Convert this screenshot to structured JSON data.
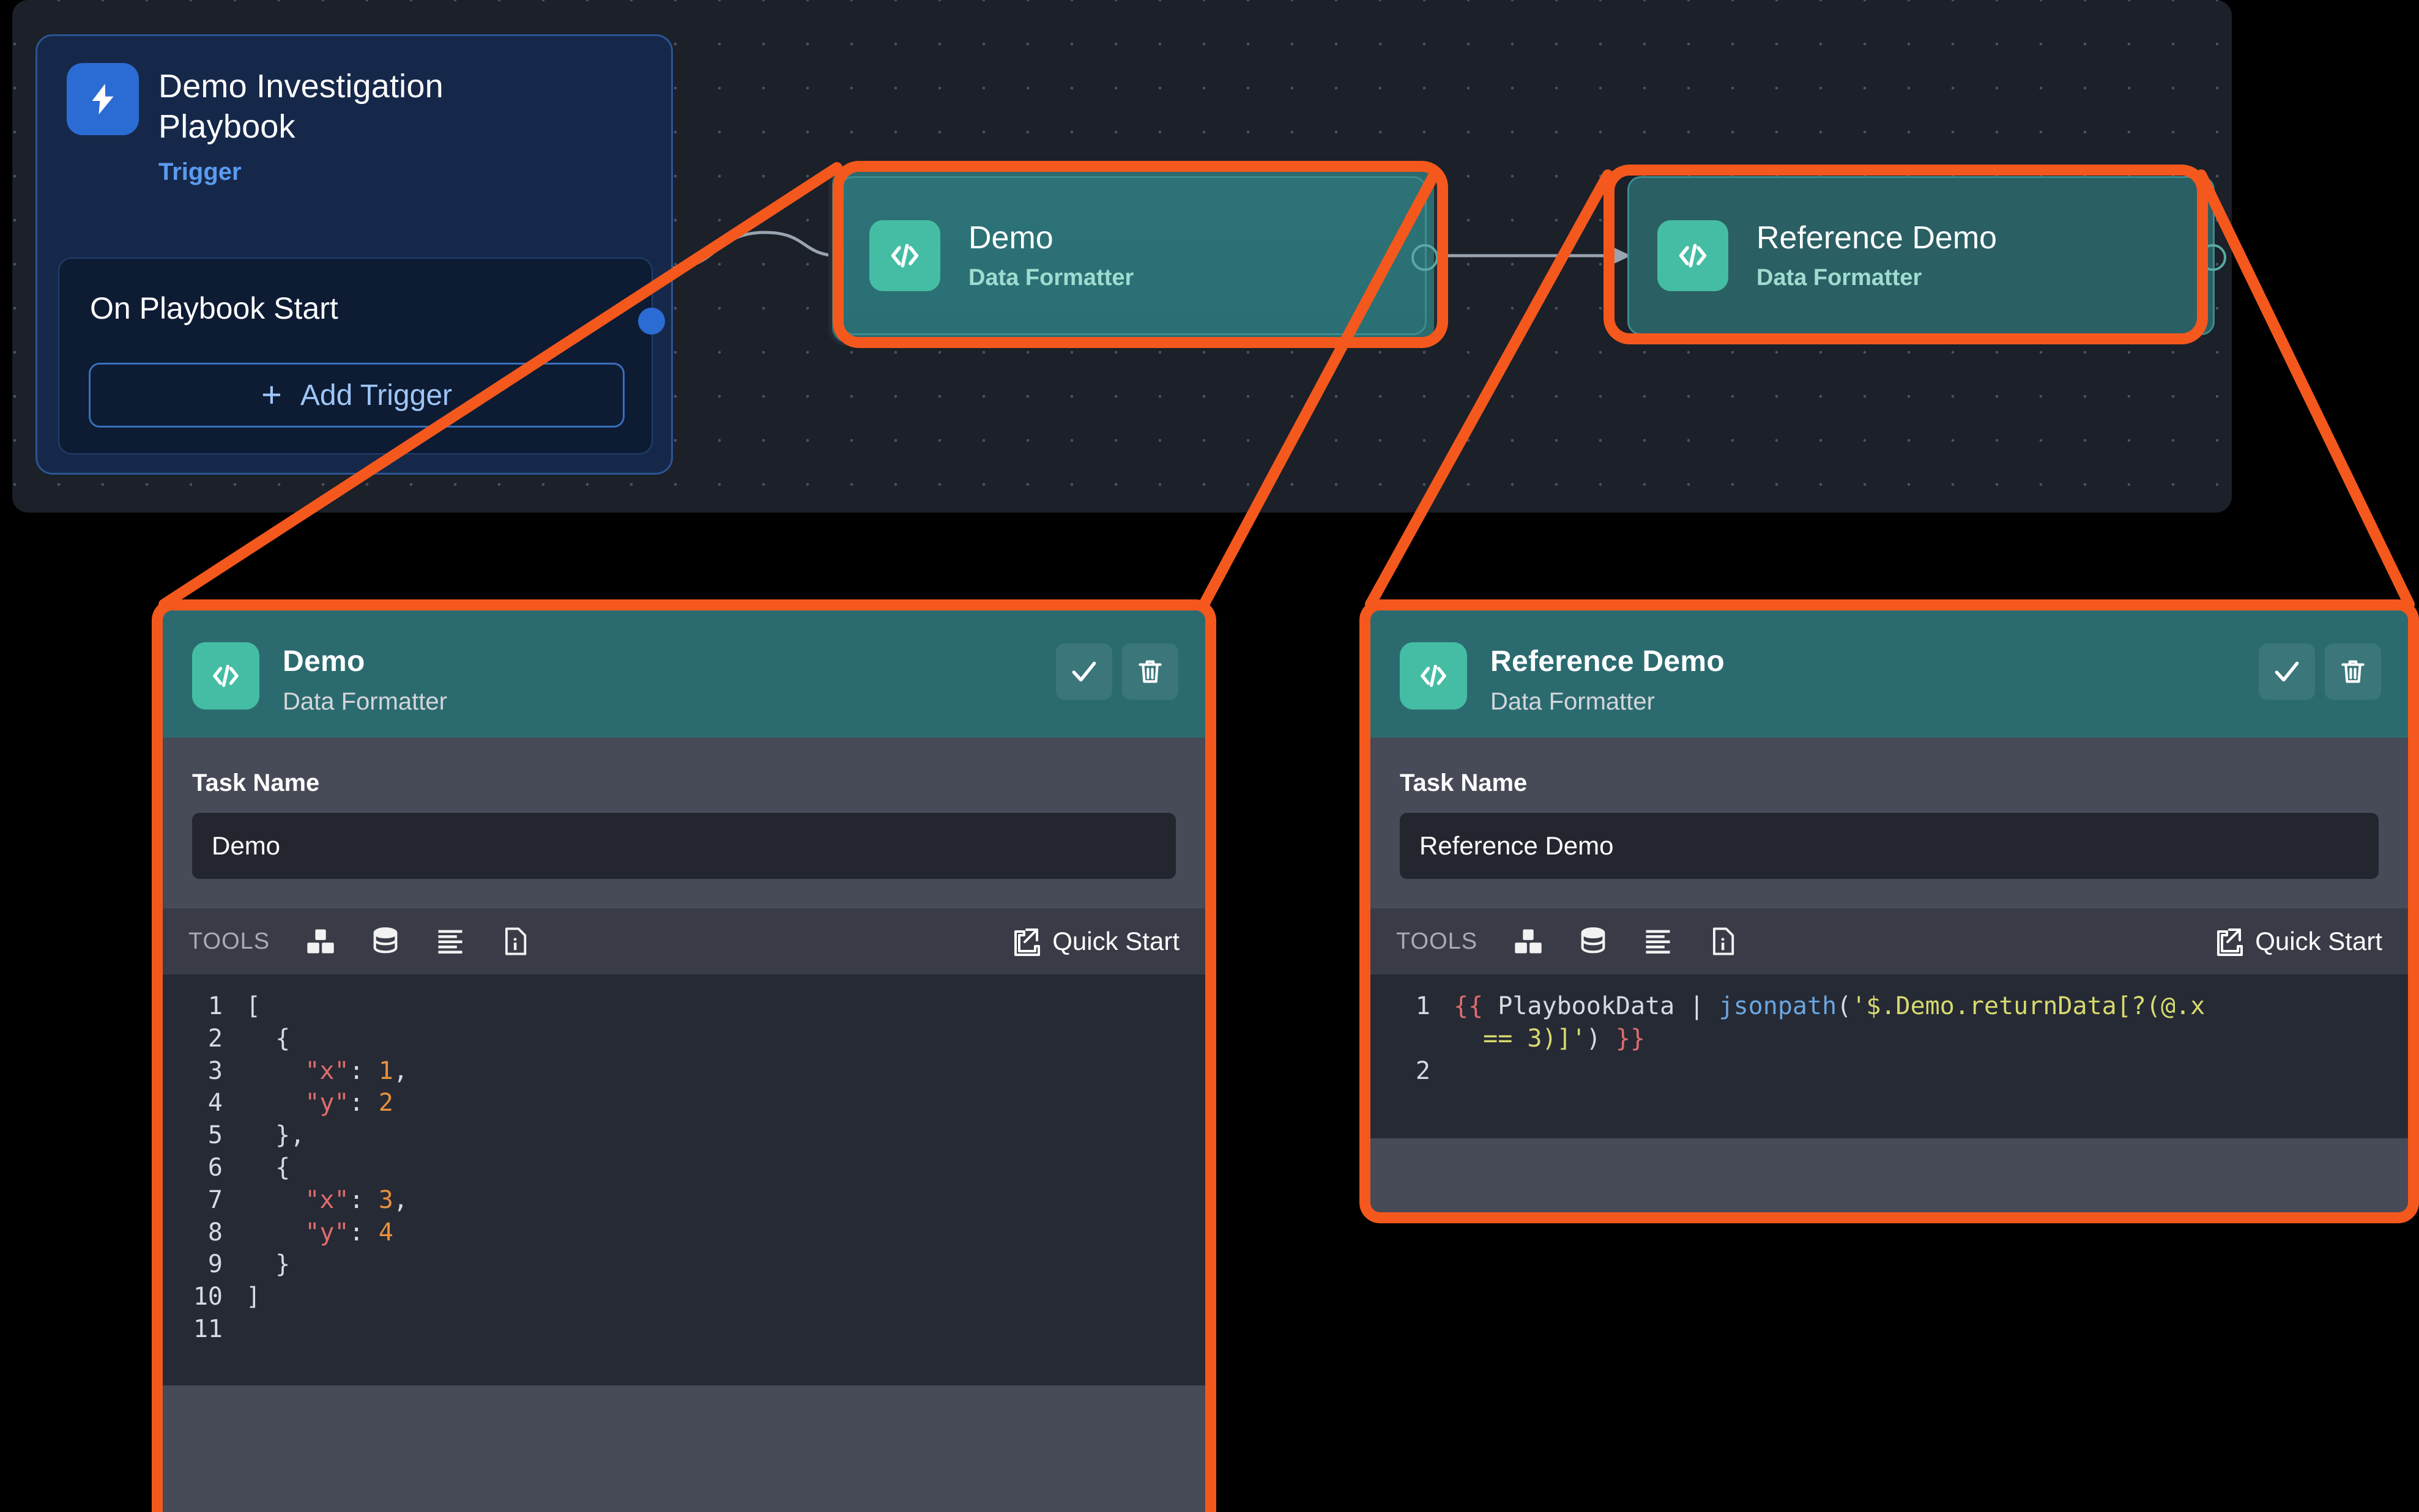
{
  "canvas": {
    "trigger": {
      "icon": "lightning-bolt-icon",
      "title": "Demo Investigation Playbook",
      "subtitle": "Trigger",
      "start_label": "On Playbook Start",
      "add_trigger_label": "Add Trigger",
      "add_trigger_plus": "+"
    },
    "nodes": [
      {
        "icon": "code-brackets-icon",
        "title": "Demo",
        "subtitle": "Data Formatter",
        "selected": true
      },
      {
        "icon": "code-brackets-icon",
        "title": "Reference Demo",
        "subtitle": "Data Formatter",
        "selected": false
      }
    ]
  },
  "panels": [
    {
      "header": {
        "icon": "code-brackets-icon",
        "title": "Demo",
        "subtitle": "Data Formatter"
      },
      "actions": {
        "confirm": "check-icon",
        "delete": "trash-icon"
      },
      "task_name_label": "Task Name",
      "task_name_value": "Demo",
      "toolbar": {
        "label": "TOOLS",
        "icons": [
          "blocks-icon",
          "database-icon",
          "format-lines-icon",
          "info-document-icon"
        ],
        "quick_start_label": "Quick Start",
        "quick_start_icon": "external-link-icon"
      },
      "code": {
        "language": "json",
        "lines": [
          {
            "n": "1",
            "tokens": [
              {
                "t": "[",
                "c": "plain"
              }
            ]
          },
          {
            "n": "2",
            "tokens": [
              {
                "t": "  {",
                "c": "plain"
              }
            ]
          },
          {
            "n": "3",
            "tokens": [
              {
                "t": "    ",
                "c": "plain"
              },
              {
                "t": "\"x\"",
                "c": "key"
              },
              {
                "t": ": ",
                "c": "plain"
              },
              {
                "t": "1",
                "c": "num"
              },
              {
                "t": ",",
                "c": "plain"
              }
            ]
          },
          {
            "n": "4",
            "tokens": [
              {
                "t": "    ",
                "c": "plain"
              },
              {
                "t": "\"y\"",
                "c": "key"
              },
              {
                "t": ": ",
                "c": "plain"
              },
              {
                "t": "2",
                "c": "num"
              }
            ]
          },
          {
            "n": "5",
            "tokens": [
              {
                "t": "  },",
                "c": "plain"
              }
            ]
          },
          {
            "n": "6",
            "tokens": [
              {
                "t": "  {",
                "c": "plain"
              }
            ]
          },
          {
            "n": "7",
            "tokens": [
              {
                "t": "    ",
                "c": "plain"
              },
              {
                "t": "\"x\"",
                "c": "key"
              },
              {
                "t": ": ",
                "c": "plain"
              },
              {
                "t": "3",
                "c": "num"
              },
              {
                "t": ",",
                "c": "plain"
              }
            ]
          },
          {
            "n": "8",
            "tokens": [
              {
                "t": "    ",
                "c": "plain"
              },
              {
                "t": "\"y\"",
                "c": "key"
              },
              {
                "t": ": ",
                "c": "plain"
              },
              {
                "t": "4",
                "c": "num"
              }
            ]
          },
          {
            "n": "9",
            "tokens": [
              {
                "t": "  }",
                "c": "plain"
              }
            ]
          },
          {
            "n": "10",
            "tokens": [
              {
                "t": "]",
                "c": "plain"
              }
            ]
          },
          {
            "n": "11",
            "tokens": [
              {
                "t": "",
                "c": "plain"
              }
            ]
          }
        ]
      }
    },
    {
      "header": {
        "icon": "code-brackets-icon",
        "title": "Reference Demo",
        "subtitle": "Data Formatter"
      },
      "actions": {
        "confirm": "check-icon",
        "delete": "trash-icon"
      },
      "task_name_label": "Task Name",
      "task_name_value": "Reference Demo",
      "toolbar": {
        "label": "TOOLS",
        "icons": [
          "blocks-icon",
          "database-icon",
          "format-lines-icon",
          "info-document-icon"
        ],
        "quick_start_label": "Quick Start",
        "quick_start_icon": "external-link-icon"
      },
      "code": {
        "language": "jinja",
        "lines": [
          {
            "n": "1",
            "tokens": [
              {
                "t": "{{ ",
                "c": "brace"
              },
              {
                "t": "PlaybookData ",
                "c": "plain"
              },
              {
                "t": "| ",
                "c": "pipe"
              },
              {
                "t": "jsonpath",
                "c": "fn"
              },
              {
                "t": "(",
                "c": "plain"
              },
              {
                "t": "'$.Demo.returnData[?(@.x",
                "c": "str"
              }
            ]
          },
          {
            "n": "",
            "tokens": [
              {
                "t": "  ",
                "c": "plain"
              },
              {
                "t": "== 3)]'",
                "c": "str"
              },
              {
                "t": ") ",
                "c": "plain"
              },
              {
                "t": "}}",
                "c": "brace"
              }
            ]
          },
          {
            "n": "2",
            "tokens": [
              {
                "t": "",
                "c": "plain"
              }
            ]
          }
        ]
      }
    }
  ],
  "colors": {
    "callout": "#f4581d",
    "node_accent": "#45bda4",
    "panel_header": "#2b6b70",
    "trigger_blue": "#2b6cd4"
  }
}
